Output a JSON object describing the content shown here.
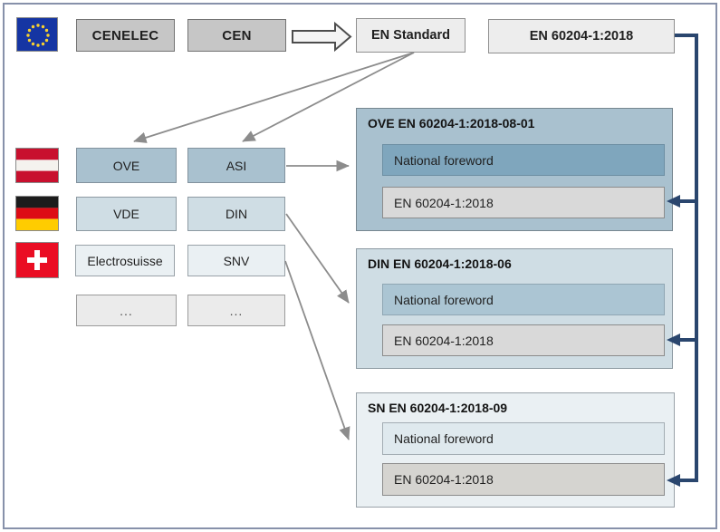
{
  "palette": {
    "connector_navy": "#2a466e",
    "arrow_gray": "#8c8c8c",
    "cen_box_fill": "#c6c6c6",
    "standard_box_fill": "#ededed",
    "austria_row_fill": "#a9c1cf",
    "germany_row_fill": "#cfdde4",
    "switzerland_row_fill": "#eaf0f3",
    "placeholder_row_fill": "#ebebeb",
    "ove_foreword_fill": "#7fa6bd",
    "din_foreword_fill": "#abc5d3",
    "sn_foreword_fill": "#dfe9ee",
    "adopted_standard_fill": "#d9d9d9",
    "eu_flag_blue": "#1535a3",
    "eu_star_yellow": "#f8d12e"
  },
  "top_row": {
    "cenelec_label": "CENELEC",
    "cen_label": "CEN",
    "en_standard_label": "EN Standard",
    "en_number_label": "EN 60204-1:2018"
  },
  "national_bodies": {
    "rows": [
      {
        "left_label": "OVE",
        "right_label": "ASI"
      },
      {
        "left_label": "VDE",
        "right_label": "DIN"
      },
      {
        "left_label": "Electrosuisse",
        "right_label": "SNV"
      },
      {
        "left_label": "...",
        "right_label": "..."
      }
    ]
  },
  "adoptions": [
    {
      "title": "OVE EN 60204-1:2018-08-01",
      "foreword_label": "National foreword",
      "standard_label": "EN 60204-1:2018"
    },
    {
      "title": "DIN EN 60204-1:2018-06",
      "foreword_label": "National foreword",
      "standard_label": "EN 60204-1:2018"
    },
    {
      "title": "SN EN 60204-1:2018-09",
      "foreword_label": "National foreword",
      "standard_label": "EN 60204-1:2018"
    }
  ]
}
